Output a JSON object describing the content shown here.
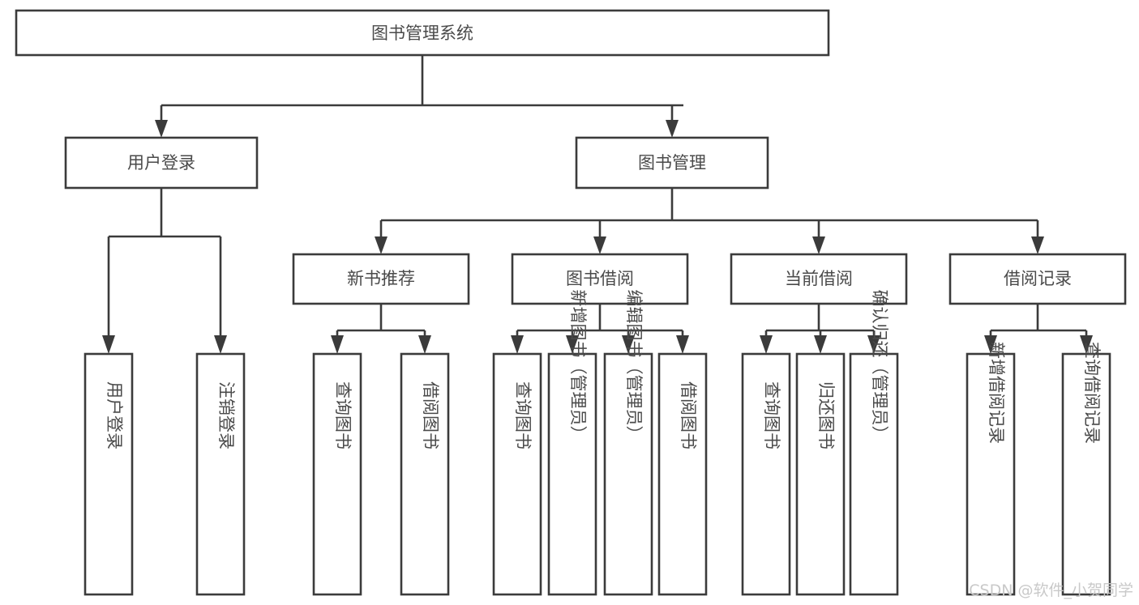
{
  "diagram": {
    "type": "tree",
    "orientation": "top-down",
    "title": "图书管理系统",
    "colors": {
      "box_stroke": "#3b3b3b",
      "box_fill": "#ffffff",
      "text": "#4a4a4a",
      "connector": "#3b3b3b",
      "watermark": "#c9c9c9",
      "background": "#ffffff"
    },
    "root": {
      "label": "图书管理系统"
    },
    "level2": [
      {
        "label": "用户登录"
      },
      {
        "label": "图书管理"
      }
    ],
    "level3": [
      {
        "label": "新书推荐"
      },
      {
        "label": "图书借阅"
      },
      {
        "label": "当前借阅"
      },
      {
        "label": "借阅记录"
      }
    ],
    "leaves_user_login": [
      {
        "label": "用户登录"
      },
      {
        "label": "注销登录"
      }
    ],
    "leaves_new_book": [
      {
        "label": "查询图书"
      },
      {
        "label": "借阅图书"
      }
    ],
    "leaves_borrow": [
      {
        "label": "查询图书"
      },
      {
        "label": "新增图书（管理员）"
      },
      {
        "label": "编辑图书（管理员）"
      },
      {
        "label": "借阅图书"
      }
    ],
    "leaves_current": [
      {
        "label": "查询图书"
      },
      {
        "label": "归还图书"
      },
      {
        "label": "确认归还（管理员）"
      }
    ],
    "leaves_record": [
      {
        "label": "新增借阅记录"
      },
      {
        "label": "查询借阅记录"
      }
    ],
    "watermark": "CSDN @软件_小贺同学"
  }
}
